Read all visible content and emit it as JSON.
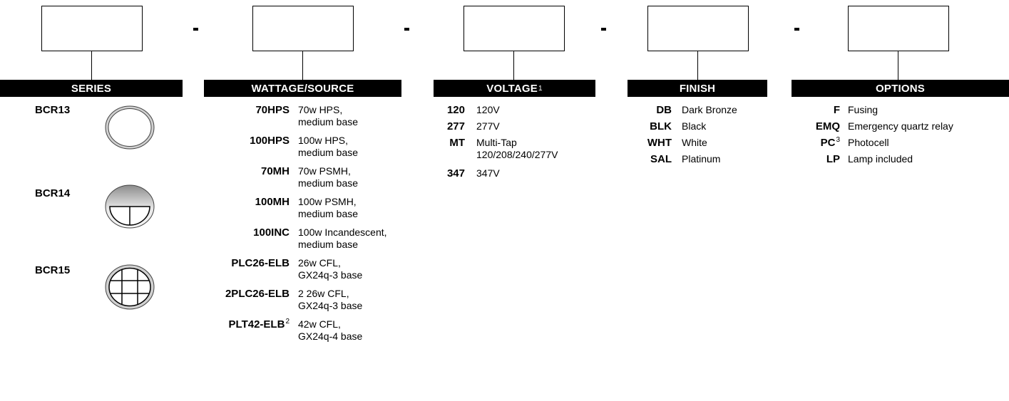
{
  "columns": {
    "series": {
      "header": "SERIES",
      "items": [
        {
          "code": "BCR13",
          "icon": "plain-globe-icon"
        },
        {
          "code": "BCR14",
          "icon": "half-split-globe-icon"
        },
        {
          "code": "BCR15",
          "icon": "grid-globe-icon"
        }
      ]
    },
    "wattage": {
      "header": "WATTAGE/SOURCE",
      "items": [
        {
          "code": "70HPS",
          "sup": "",
          "line1": "70w HPS,",
          "line2": "medium base"
        },
        {
          "code": "100HPS",
          "sup": "",
          "line1": "100w HPS,",
          "line2": "medium base"
        },
        {
          "code": "70MH",
          "sup": "",
          "line1": "70w PSMH,",
          "line2": "medium base"
        },
        {
          "code": "100MH",
          "sup": "",
          "line1": "100w PSMH,",
          "line2": "medium base"
        },
        {
          "code": "100INC",
          "sup": "",
          "line1": "100w Incandescent,",
          "line2": "medium base"
        },
        {
          "code": "PLC26-ELB",
          "sup": "",
          "line1": "26w CFL,",
          "line2": "GX24q-3 base"
        },
        {
          "code": "2PLC26-ELB",
          "sup": "",
          "line1": "2 26w CFL,",
          "line2": "GX24q-3 base"
        },
        {
          "code": "PLT42-ELB",
          "sup": "2",
          "line1": "42w CFL,",
          "line2": "GX24q-4 base"
        }
      ]
    },
    "voltage": {
      "header": "VOLTAGE",
      "header_sup": "1",
      "items": [
        {
          "code": "120",
          "line1": "120V",
          "line2": ""
        },
        {
          "code": "277",
          "line1": "277V",
          "line2": ""
        },
        {
          "code": "MT",
          "line1": "Multi-Tap",
          "line2": "120/208/240/277V"
        },
        {
          "code": "347",
          "line1": "347V",
          "line2": ""
        }
      ]
    },
    "finish": {
      "header": "FINISH",
      "items": [
        {
          "code": "DB",
          "desc": "Dark Bronze"
        },
        {
          "code": "BLK",
          "desc": "Black"
        },
        {
          "code": "WHT",
          "desc": "White"
        },
        {
          "code": "SAL",
          "desc": "Platinum"
        }
      ]
    },
    "options": {
      "header": "OPTIONS",
      "items": [
        {
          "code": "F",
          "sup": "",
          "desc": "Fusing"
        },
        {
          "code": "EMQ",
          "sup": "",
          "desc": "Emergency quartz relay"
        },
        {
          "code": "PC",
          "sup": "3",
          "desc": "Photocell"
        },
        {
          "code": "LP",
          "sup": "",
          "desc": "Lamp included"
        }
      ]
    }
  },
  "separator": "-",
  "colors": {
    "header_bg": "#000000",
    "header_text": "#ffffff",
    "globe_gray": "#c8c8c8"
  }
}
